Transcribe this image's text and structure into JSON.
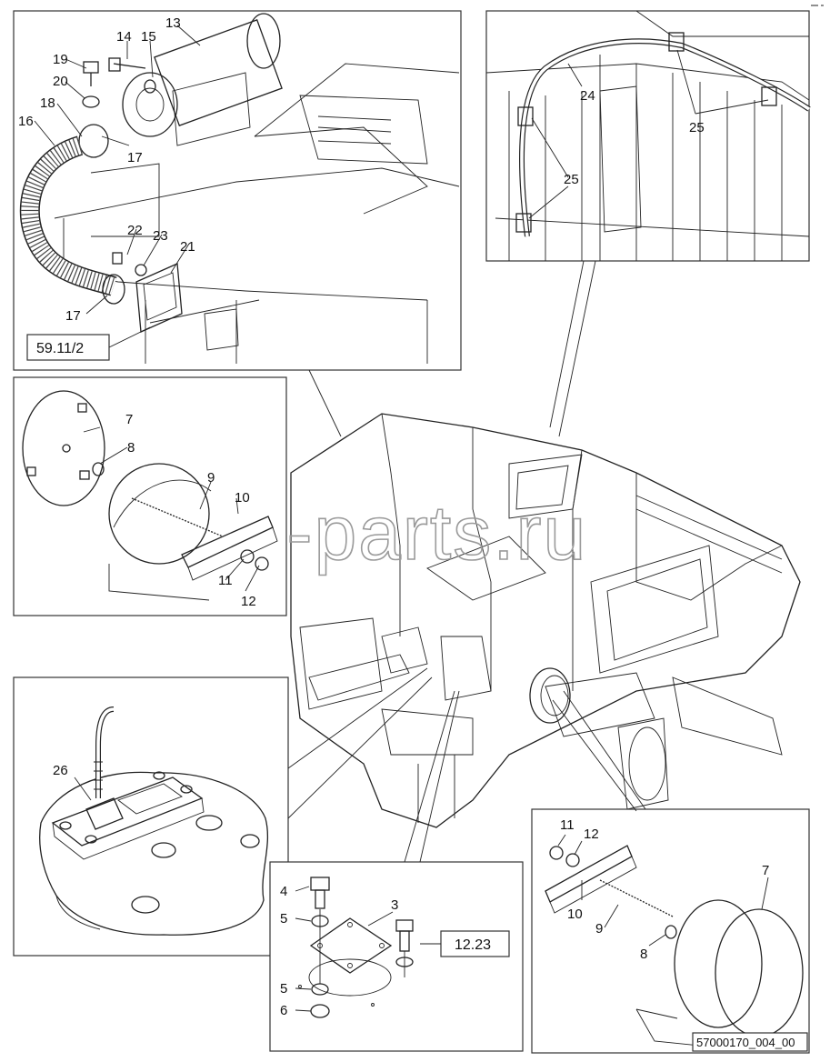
{
  "diagram": {
    "drawing_code": "57000170_004_00",
    "references": [
      "59.11/2",
      "12.23"
    ],
    "watermark": "ansat-parts.ru",
    "callouts": {
      "top_left": [
        "13",
        "14",
        "15",
        "19",
        "20",
        "18",
        "16",
        "17",
        "22",
        "23",
        "21",
        "17"
      ],
      "top_right": [
        "24",
        "25",
        "25"
      ],
      "mid_left": [
        "7",
        "8",
        "9",
        "10",
        "11",
        "12"
      ],
      "bottom_left": [
        "26"
      ],
      "bottom_center": [
        "4",
        "5",
        "3",
        "5",
        "6"
      ],
      "bottom_right": [
        "11",
        "12",
        "7",
        "10",
        "9",
        "8"
      ]
    }
  }
}
